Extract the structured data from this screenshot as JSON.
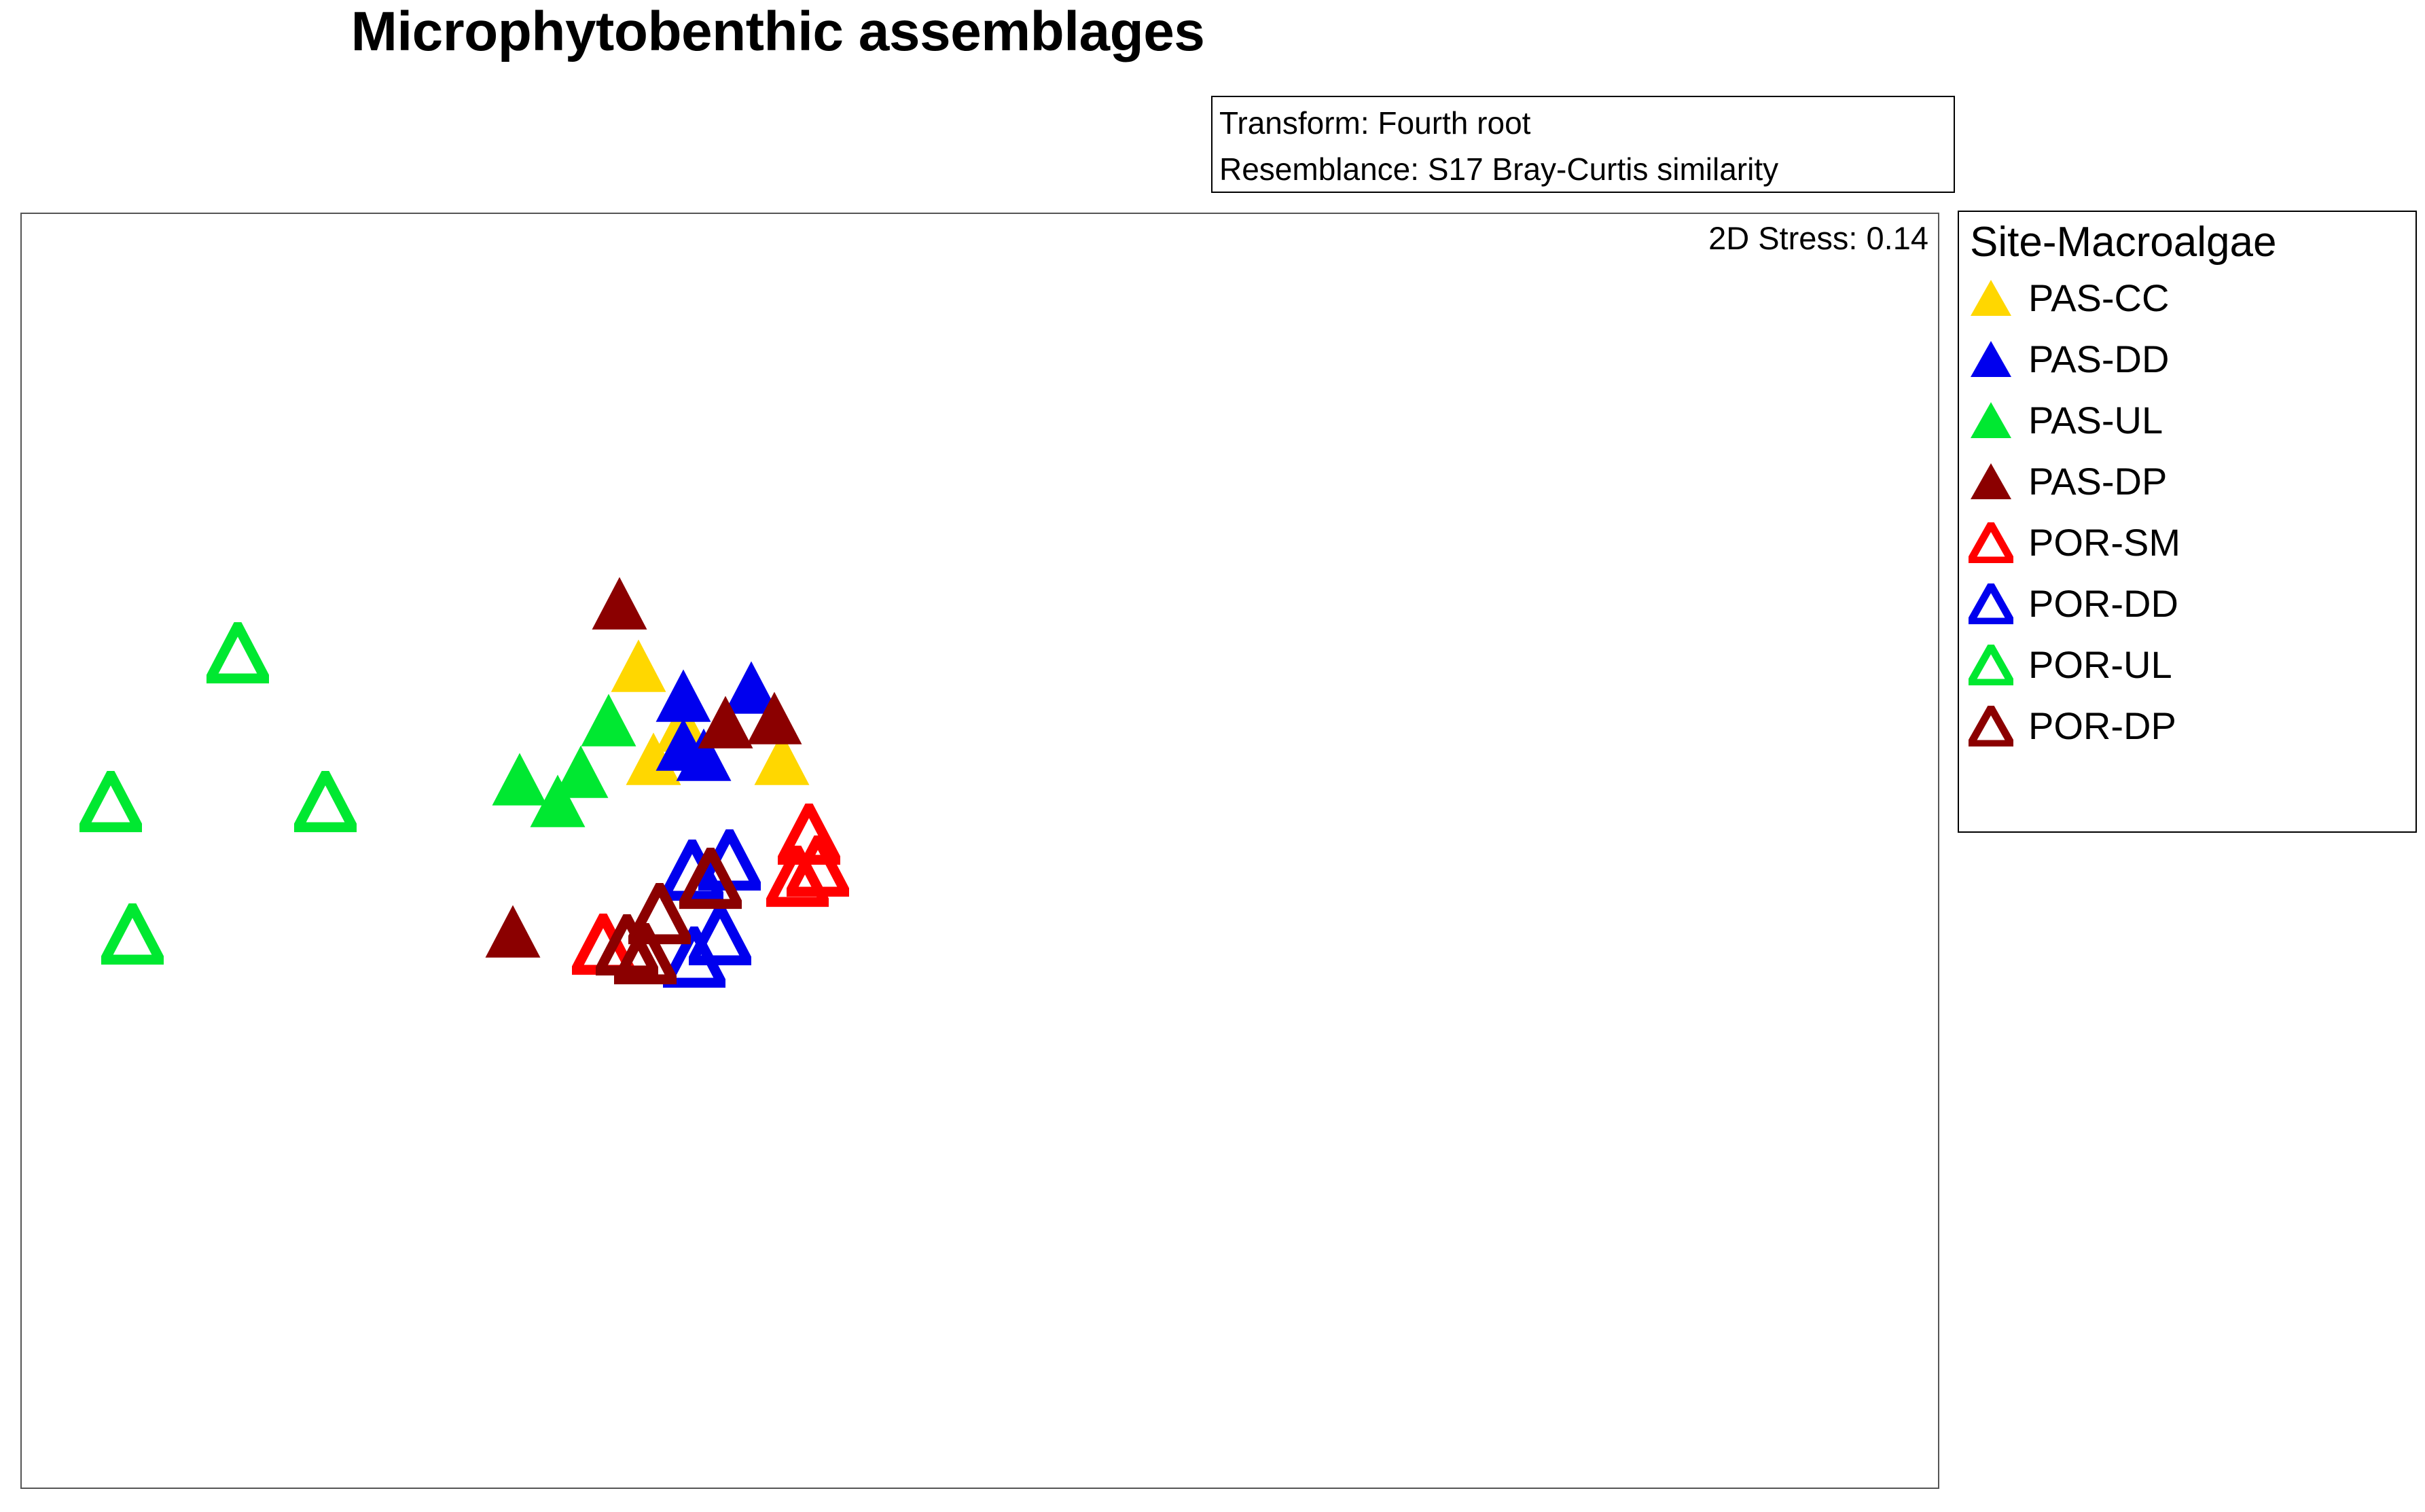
{
  "title": "Microphytobenthic assemblages",
  "info_box": {
    "transform_line": "Transform: Fourth root",
    "resemblance_line": "Resemblance: S17 Bray-Curtis similarity"
  },
  "stress_label": "2D Stress: 0.14",
  "legend": {
    "title": "Site-Macroalgae",
    "items": [
      {
        "label": "PAS-CC",
        "color": "#FFD700",
        "filled": true
      },
      {
        "label": "PAS-DD",
        "color": "#0000EE",
        "filled": true
      },
      {
        "label": "PAS-UL",
        "color": "#00E831",
        "filled": true
      },
      {
        "label": "PAS-DP",
        "color": "#8B0000",
        "filled": true
      },
      {
        "label": "POR-SM",
        "color": "#FF0000",
        "filled": false
      },
      {
        "label": "POR-DD",
        "color": "#0000EE",
        "filled": false
      },
      {
        "label": "POR-UL",
        "color": "#00E831",
        "filled": false
      },
      {
        "label": "POR-DP",
        "color": "#8B0000",
        "filled": false
      }
    ]
  },
  "chart_data": {
    "type": "scatter",
    "title": "Microphytobenthic assemblages",
    "subtitle": "Non-metric MDS ordination",
    "xlabel": "",
    "ylabel": "",
    "xlim": [
      0,
      1
    ],
    "ylim": [
      0,
      1
    ],
    "grid": false,
    "axis_ticks": false,
    "legend_position": "right",
    "stress": 0.14,
    "transform": "Fourth root",
    "resemblance": "S17 Bray-Curtis similarity",
    "annotations": [
      "2D Stress: 0.14"
    ],
    "marker_shape": "triangle-up",
    "note": "Point x/y are normalized fractions of the plot frame; y increases downward from the frame top.",
    "series": [
      {
        "name": "PAS-CC",
        "color": "#FFD700",
        "filled": true,
        "points": [
          {
            "x": 0.3055,
            "y": 0.031
          },
          {
            "x": 0.3285,
            "y": 0.078
          },
          {
            "x": 0.3135,
            "y": 0.1045
          },
          {
            "x": 0.3805,
            "y": 0.1045
          }
        ]
      },
      {
        "name": "PAS-DD",
        "color": "#0000EE",
        "filled": true,
        "points": [
          {
            "x": 0.329,
            "y": 0.0545
          },
          {
            "x": 0.3645,
            "y": 0.0485
          },
          {
            "x": 0.329,
            "y": 0.093
          },
          {
            "x": 0.3395,
            "y": 0.101
          }
        ]
      },
      {
        "name": "PAS-UL",
        "color": "#00E831",
        "filled": true,
        "points": [
          {
            "x": 0.29,
            "y": 0.074
          },
          {
            "x": 0.2435,
            "y": 0.1205
          },
          {
            "x": 0.2755,
            "y": 0.1145
          },
          {
            "x": 0.2635,
            "y": 0.1375
          }
        ]
      },
      {
        "name": "PAS-DP",
        "color": "#8B0000",
        "filled": true,
        "points": [
          {
            "x": 0.2955,
            "y": -0.018
          },
          {
            "x": 0.351,
            "y": 0.0755
          },
          {
            "x": 0.3765,
            "y": 0.0725
          },
          {
            "x": 0.24,
            "y": 0.2395
          }
        ]
      },
      {
        "name": "POR-SM",
        "color": "#FF0000",
        "filled": false,
        "points": [
          {
            "x": 0.3945,
            "y": 0.163
          },
          {
            "x": 0.399,
            "y": 0.188
          },
          {
            "x": 0.3885,
            "y": 0.196
          },
          {
            "x": 0.287,
            "y": 0.2495
          }
        ]
      },
      {
        "name": "POR-DD",
        "color": "#0000EE",
        "filled": false,
        "points": [
          {
            "x": 0.3335,
            "y": 0.191
          },
          {
            "x": 0.353,
            "y": 0.183
          },
          {
            "x": 0.348,
            "y": 0.242
          },
          {
            "x": 0.3345,
            "y": 0.2595
          }
        ]
      },
      {
        "name": "POR-UL",
        "color": "#00E831",
        "filled": false,
        "points": [
          {
            "x": 0.0965,
            "y": 0.0205
          },
          {
            "x": 0.03,
            "y": 0.1375
          },
          {
            "x": 0.142,
            "y": 0.1375
          },
          {
            "x": 0.0415,
            "y": 0.2415
          }
        ]
      },
      {
        "name": "POR-DP",
        "color": "#8B0000",
        "filled": false,
        "points": [
          {
            "x": 0.343,
            "y": 0.1975
          },
          {
            "x": 0.3165,
            "y": 0.2255
          },
          {
            "x": 0.2995,
            "y": 0.25
          },
          {
            "x": 0.309,
            "y": 0.257
          }
        ]
      }
    ]
  }
}
